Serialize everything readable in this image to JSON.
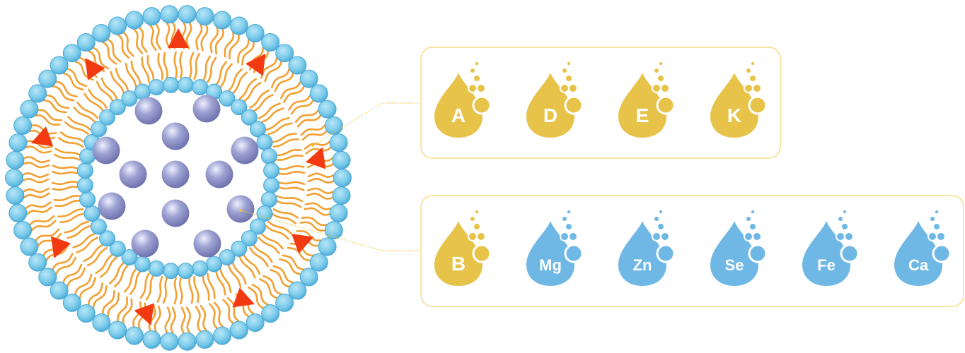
{
  "liposome": {
    "colors": {
      "head": "#7ccbea",
      "head_stroke": "#4aa8d6",
      "tail": "#f2a032",
      "core_sphere": "#9ea2d2",
      "core_sphere_highlight": "#eef0ff",
      "triangle": "#f23a12",
      "connector": "#f2c530"
    }
  },
  "panels": [
    {
      "id": "fat-soluble",
      "border_color": "#f5d46a",
      "items": [
        {
          "label": "A",
          "color": "#e8c34a"
        },
        {
          "label": "D",
          "color": "#e8c34a"
        },
        {
          "label": "E",
          "color": "#e8c34a"
        },
        {
          "label": "K",
          "color": "#e8c34a"
        }
      ]
    },
    {
      "id": "water-soluble",
      "border_color": "#f5d46a",
      "items": [
        {
          "label": "B",
          "color": "#e8c34a"
        },
        {
          "label": "Mg",
          "color": "#6fb8e6"
        },
        {
          "label": "Zn",
          "color": "#6fb8e6"
        },
        {
          "label": "Se",
          "color": "#6fb8e6"
        },
        {
          "label": "Fe",
          "color": "#6fb8e6"
        },
        {
          "label": "Ca",
          "color": "#6fb8e6"
        }
      ]
    }
  ]
}
